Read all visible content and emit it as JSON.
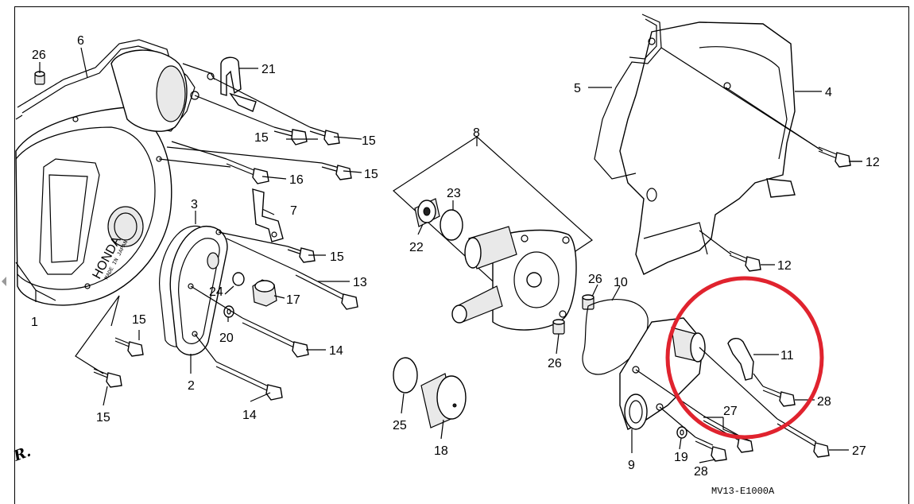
{
  "diagram_code": "MV13-E1000A",
  "annotation_mark": "R.",
  "brand_text": "HONDA",
  "cover_small_text": "MADE IN JAPAN",
  "highlight_color": "#e0232e",
  "part_labels": {
    "p1": "1",
    "p2": "2",
    "p3": "3",
    "p4": "4",
    "p5": "5",
    "p6": "6",
    "p7": "7",
    "p8": "8",
    "p9": "9",
    "p10": "10",
    "p11": "11",
    "p12a": "12",
    "p12b": "12",
    "p13": "13",
    "p14a": "14",
    "p14b": "14",
    "p15a": "15",
    "p15b": "15",
    "p15c": "15",
    "p15d": "15",
    "p15e": "15",
    "p15f": "15",
    "p16": "16",
    "p17": "17",
    "p18": "18",
    "p19": "19",
    "p20": "20",
    "p21": "21",
    "p22": "22",
    "p23": "23",
    "p24": "24",
    "p25": "25",
    "p26a": "26",
    "p26b": "26",
    "p26c": "26",
    "p27a": "27",
    "p27b": "27",
    "p28a": "28",
    "p28b": "28"
  }
}
